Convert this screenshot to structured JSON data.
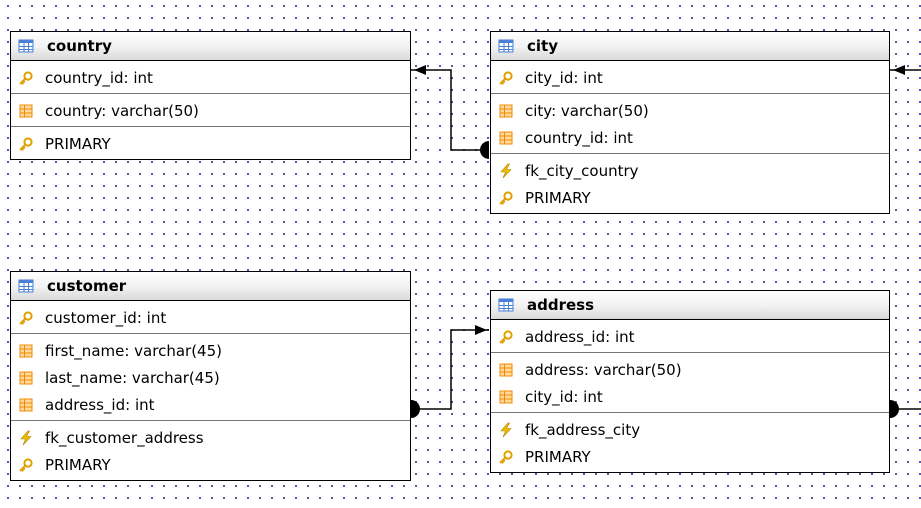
{
  "tables": {
    "country": {
      "title": "country",
      "keys": [
        "country_id: int"
      ],
      "columns": [
        "country: varchar(50)"
      ],
      "indexes": [
        {
          "type": "primary",
          "label": "PRIMARY"
        }
      ]
    },
    "city": {
      "title": "city",
      "keys": [
        "city_id: int"
      ],
      "columns": [
        "city: varchar(50)",
        "country_id: int"
      ],
      "indexes": [
        {
          "type": "foreign",
          "label": "fk_city_country"
        },
        {
          "type": "primary",
          "label": "PRIMARY"
        }
      ]
    },
    "customer": {
      "title": "customer",
      "keys": [
        "customer_id: int"
      ],
      "columns": [
        "first_name: varchar(45)",
        "last_name: varchar(45)",
        "address_id: int"
      ],
      "indexes": [
        {
          "type": "foreign",
          "label": "fk_customer_address"
        },
        {
          "type": "primary",
          "label": "PRIMARY"
        }
      ]
    },
    "address": {
      "title": "address",
      "keys": [
        "address_id: int"
      ],
      "columns": [
        "address: varchar(50)",
        "city_id: int"
      ],
      "indexes": [
        {
          "type": "foreign",
          "label": "fk_address_city"
        },
        {
          "type": "primary",
          "label": "PRIMARY"
        }
      ]
    }
  },
  "icons": {
    "table": "table-icon",
    "key": "key-icon",
    "column": "column-icon",
    "foreign": "lightning-icon",
    "primary": "key-icon"
  },
  "colors": {
    "key_gold": "#e0a000",
    "column_orange": "#f08a00",
    "table_blue": "#4a7fd8",
    "foreign_gold": "#f0c000"
  }
}
